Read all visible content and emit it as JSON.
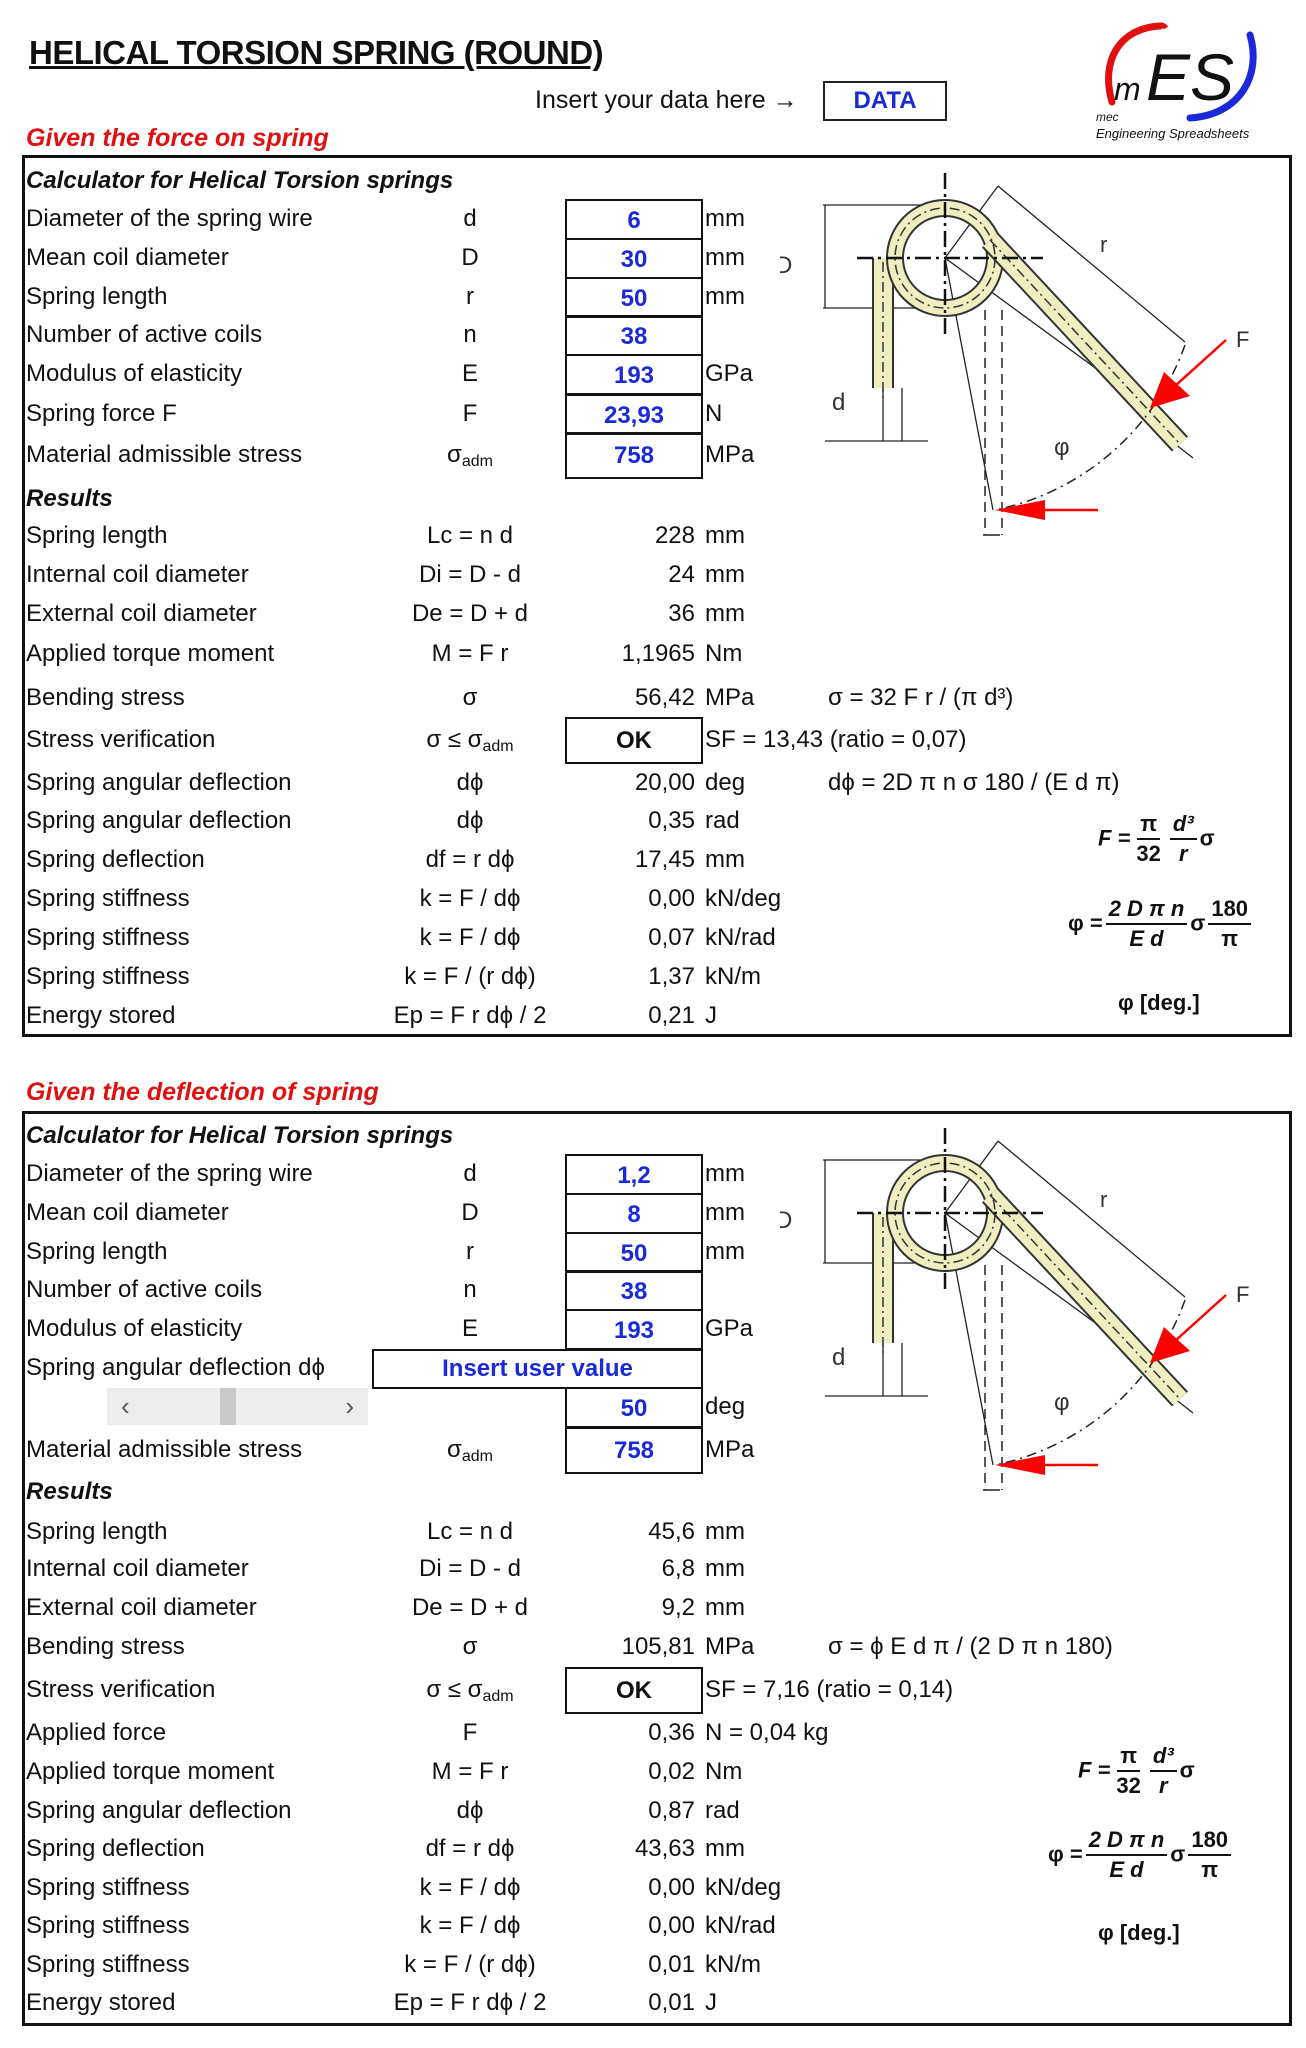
{
  "title": "HELICAL TORSION SPRING (ROUND)",
  "insert_hint": "Insert your data here →",
  "data_button": "DATA",
  "logo": {
    "mark": "mES",
    "small": "mec",
    "tagline": "Engineering Spreadsheets",
    "red": "#e01010",
    "blue": "#1a2ad8"
  },
  "colors": {
    "input_text": "#1a2ad8",
    "section_heading": "#e01010",
    "spring_fill": "#efeec0",
    "arrow": "#ff0000"
  },
  "diagram_labels": {
    "D": "D",
    "r": "r",
    "F": "F",
    "d": "d",
    "phi": "φ"
  },
  "section1": {
    "heading": "Given the force on spring",
    "calc_title": "Calculator for Helical Torsion springs",
    "results_title": "Results",
    "inputs": [
      {
        "label": "Diameter of the spring wire",
        "symbol": "d",
        "value": "6",
        "unit": "mm"
      },
      {
        "label": "Mean coil diameter",
        "symbol": "D",
        "value": "30",
        "unit": "mm"
      },
      {
        "label": "Spring length",
        "symbol": "r",
        "value": "50",
        "unit": "mm"
      },
      {
        "label": "Number of active coils",
        "symbol": "n",
        "value": "38",
        "unit": ""
      },
      {
        "label": "Modulus of elasticity",
        "symbol": "E",
        "value": "193",
        "unit": "GPa"
      },
      {
        "label": "Spring force F",
        "symbol": "F",
        "value": "23,93",
        "unit": "N"
      },
      {
        "label": "Material admissible stress",
        "symbol": "σ",
        "symbol_sub": "adm",
        "value": "758",
        "unit": "MPa"
      }
    ],
    "results": [
      {
        "label": "Spring length",
        "symbol": "Lc = n d",
        "value": "228",
        "unit": "mm"
      },
      {
        "label": "Internal coil diameter",
        "symbol": "Di = D - d",
        "value": "24",
        "unit": "mm"
      },
      {
        "label": "External coil diameter",
        "symbol": "De = D + d",
        "value": "36",
        "unit": "mm"
      },
      {
        "label": "Applied torque moment",
        "symbol": "M = F r",
        "value": "1,1965",
        "unit": "Nm"
      },
      {
        "label": "Bending stress",
        "symbol": "σ",
        "value": "56,42",
        "unit": "MPa",
        "formula": "σ = 32 F r / (π d³)"
      },
      {
        "label": "Stress verification",
        "symbol": "σ ≤ σ",
        "symbol_sub": "adm",
        "ok": "OK",
        "extra": "SF = 13,43  (ratio = 0,07)"
      },
      {
        "label": "Spring angular deflection",
        "symbol": "dϕ",
        "value": "20,00",
        "unit": "deg",
        "formula": "dϕ = 2D π n σ 180 / (E d π)"
      },
      {
        "label": "Spring angular deflection",
        "symbol": "dϕ",
        "value": "0,35",
        "unit": "rad"
      },
      {
        "label": "Spring deflection",
        "symbol": "df = r dϕ",
        "value": "17,45",
        "unit": "mm"
      },
      {
        "label": "Spring stiffness",
        "symbol": "k = F / dϕ",
        "value": "0,00",
        "unit": "kN/deg"
      },
      {
        "label": "Spring stiffness",
        "symbol": "k = F / dϕ",
        "value": "0,07",
        "unit": "kN/rad"
      },
      {
        "label": "Spring stiffness",
        "symbol": "k = F / (r dϕ)",
        "value": "1,37",
        "unit": "kN/m"
      },
      {
        "label": "Energy stored",
        "symbol": "Ep = F r dϕ / 2",
        "value": "0,21",
        "unit": "J"
      }
    ]
  },
  "section2": {
    "heading": "Given the deflection of spring",
    "calc_title": "Calculator for Helical Torsion springs",
    "results_title": "Results",
    "inputs": [
      {
        "label": "Diameter of the spring wire",
        "symbol": "d",
        "value": "1,2",
        "unit": "mm"
      },
      {
        "label": "Mean coil diameter",
        "symbol": "D",
        "value": "8",
        "unit": "mm"
      },
      {
        "label": "Spring length",
        "symbol": "r",
        "value": "50",
        "unit": "mm"
      },
      {
        "label": "Number of active coils",
        "symbol": "n",
        "value": "38",
        "unit": ""
      },
      {
        "label": "Modulus of elasticity",
        "symbol": "E",
        "value": "193",
        "unit": "GPa"
      },
      {
        "label": "Spring angular deflection dϕ",
        "symbol": "",
        "value": "",
        "unit": "",
        "insert": "Insert user value"
      },
      {
        "label": "",
        "symbol": "",
        "value": "50",
        "unit": "deg",
        "slider": true
      },
      {
        "label": "Material admissible stress",
        "symbol": "σ",
        "symbol_sub": "adm",
        "value": "758",
        "unit": "MPa"
      }
    ],
    "results": [
      {
        "label": "Spring length",
        "symbol": "Lc = n d",
        "value": "45,6",
        "unit": "mm"
      },
      {
        "label": "Internal coil diameter",
        "symbol": "Di = D - d",
        "value": "6,8",
        "unit": "mm"
      },
      {
        "label": "External coil diameter",
        "symbol": "De = D + d",
        "value": "9,2",
        "unit": "mm"
      },
      {
        "label": "Bending stress",
        "symbol": "σ",
        "value": "105,81",
        "unit": "MPa",
        "formula": "σ = ϕ E d π / (2 D π n 180)"
      },
      {
        "label": "Stress verification",
        "symbol": "σ ≤ σ",
        "symbol_sub": "adm",
        "ok": "OK",
        "extra": "SF = 7,16  (ratio = 0,14)"
      },
      {
        "label": "Applied force",
        "symbol": "F",
        "value": "0,36",
        "unit": "N = 0,04 kg"
      },
      {
        "label": "Applied torque moment",
        "symbol": "M = F r",
        "value": "0,02",
        "unit": "Nm"
      },
      {
        "label": "Spring angular deflection",
        "symbol": "dϕ",
        "value": "0,87",
        "unit": "rad"
      },
      {
        "label": "Spring deflection",
        "symbol": "df = r dϕ",
        "value": "43,63",
        "unit": "mm"
      },
      {
        "label": "Spring stiffness",
        "symbol": "k = F / dϕ",
        "value": "0,00",
        "unit": "kN/deg"
      },
      {
        "label": "Spring stiffness",
        "symbol": "k = F / dϕ",
        "value": "0,00",
        "unit": "kN/rad"
      },
      {
        "label": "Spring stiffness",
        "symbol": "k = F / (r dϕ)",
        "value": "0,01",
        "unit": "kN/m"
      },
      {
        "label": "Energy stored",
        "symbol": "Ep = F r dϕ / 2",
        "value": "0,01",
        "unit": "J"
      }
    ]
  },
  "formula_box": {
    "F_lhs": "F =",
    "pi": "π",
    "n32": "32",
    "d3": "d³",
    "r": "r",
    "sigma": "σ",
    "phi_lhs": "φ =",
    "num1": "2 D π n",
    "den1": "E d",
    "n180": "180",
    "phi_unit": "φ  [deg.]"
  },
  "slider": {
    "left_arrow": "‹",
    "right_arrow": "›",
    "position_fraction": 0.45
  }
}
